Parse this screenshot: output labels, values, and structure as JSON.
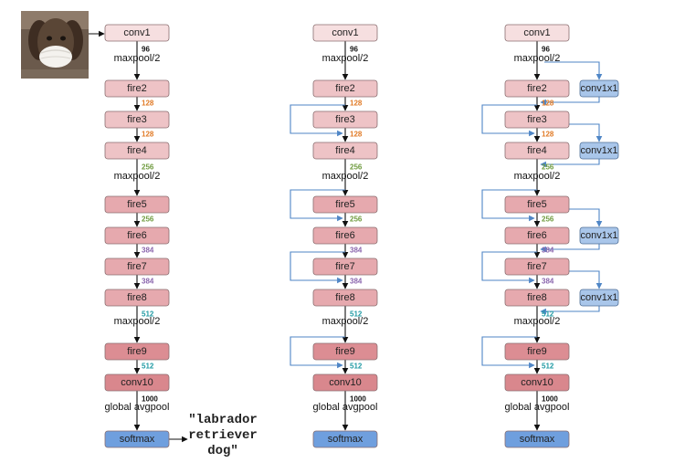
{
  "colors": {
    "conv_light": "#f6dfe0",
    "fire_light": "#eec3c6",
    "fire_mid": "#e6a9ae",
    "fire_dark": "#dc8d93",
    "conv10": "#d9878d",
    "softmax": "#6f9fde",
    "conv1x1": "#a9c6ea",
    "bypass": "#4f86c6",
    "orange": "#e17b27",
    "green": "#6f9b3f",
    "purple": "#8a65ad",
    "teal": "#1f9aa3",
    "black": "#111111"
  },
  "layers": {
    "conv1": "conv1",
    "fire2": "fire2",
    "fire3": "fire3",
    "fire4": "fire4",
    "fire5": "fire5",
    "fire6": "fire6",
    "fire7": "fire7",
    "fire8": "fire8",
    "fire9": "fire9",
    "conv10": "conv10",
    "softmax": "softmax"
  },
  "ops": {
    "maxpool": "maxpool/2",
    "global_avgpool": "global avgpool"
  },
  "channels": {
    "c96": "96",
    "c128": "128",
    "c256": "256",
    "c384": "384",
    "c512": "512",
    "c1000": "1000"
  },
  "side_box_label": "conv1x1",
  "prediction": [
    "\"labrador",
    "retriever",
    "dog\""
  ],
  "input_image_icon": "dog-photo-icon"
}
